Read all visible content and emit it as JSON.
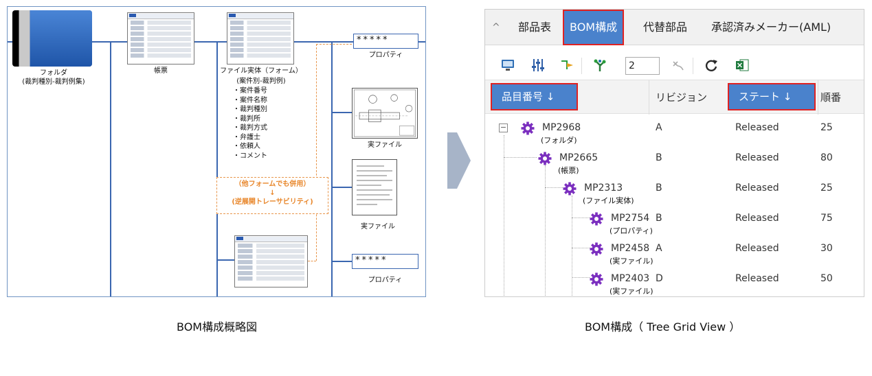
{
  "left_diagram": {
    "folder_label": "フォルダ",
    "folder_sub": "(裁判種別-裁判例集)",
    "form_label": "帳票",
    "file_label": "ファイル実体（フォーム）",
    "file_sub": "(案件別-裁判例)",
    "file_items": [
      "・案件番号",
      "・案件名称",
      "・裁判種別",
      "・裁判所",
      "・裁判方式",
      "・弁護士",
      "・依頼人",
      "・コメント"
    ],
    "property_value": "*****",
    "property_label": "プロパティ",
    "file1_label": "実ファイル",
    "file2_label": "実ファイル",
    "property2_value": "*****",
    "property2_label": "プロパティ",
    "note_line1": "（他フォームでも併用）",
    "note_arrow": "↓",
    "note_line2": "(逆展開トレーサビリティ)",
    "caption": "BOM構成概略図"
  },
  "right_panel": {
    "tabs": [
      "^",
      "部品表",
      "BOM構成",
      "代替部品",
      "承認済みメーカー(AML)"
    ],
    "active_tab": "BOM構成",
    "toolbar": {
      "level_value": "2",
      "icons": [
        "monitor-icon",
        "sliders-icon",
        "arrow-flow-icon",
        "tree-icon",
        "collapse-icon",
        "refresh-icon",
        "excel-icon"
      ]
    },
    "columns": [
      "品目番号 ↓",
      "リビジョン",
      "ステート ↓",
      "順番"
    ],
    "rows": [
      {
        "part": "MP2968",
        "sub": "(フォルダ)",
        "revision": "A",
        "state": "Released",
        "order": "25",
        "level": 0
      },
      {
        "part": "MP2665",
        "sub": "(帳票)",
        "revision": "B",
        "state": "Released",
        "order": "80",
        "level": 1
      },
      {
        "part": "MP2313",
        "sub": "(ファイル実体)",
        "revision": "B",
        "state": "Released",
        "order": "25",
        "level": 2
      },
      {
        "part": "MP2754",
        "sub": "(プロパティ)",
        "revision": "B",
        "state": "Released",
        "order": "75",
        "level": 3
      },
      {
        "part": "MP2458",
        "sub": "(実ファイル)",
        "revision": "A",
        "state": "Released",
        "order": "30",
        "level": 3
      },
      {
        "part": "MP2403",
        "sub": "(実ファイル)",
        "revision": "D",
        "state": "Released",
        "order": "50",
        "level": 3
      }
    ],
    "caption": "BOM構成（ Tree Grid View ）"
  },
  "colors": {
    "accent_blue": "#4a82cc",
    "highlight_border": "#e02222",
    "gear_purple": "#7b2fbf",
    "note_orange": "#e8862a",
    "line_blue": "#3a66b0"
  }
}
